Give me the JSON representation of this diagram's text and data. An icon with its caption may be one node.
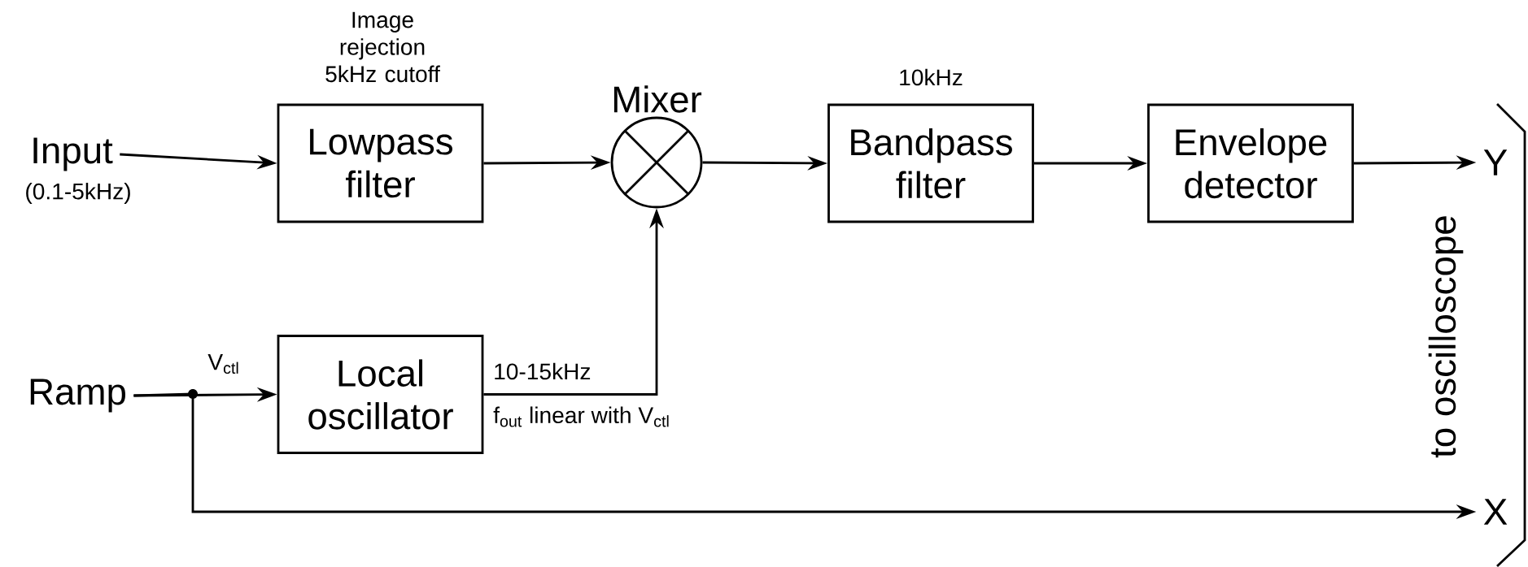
{
  "diagram": {
    "nodes": [
      {
        "text": [
          "Input"
        ],
        "beside": [
          "(0.1-5kHz)"
        ]
      },
      {
        "text": [
          "Lowpass filter"
        ],
        "beside": [
          "Image rejection 5kHz cutoff"
        ]
      },
      {
        "text": [
          "Mixer"
        ]
      },
      {
        "text": [
          "Bandpass filter"
        ],
        "beside": [
          "10kHz"
        ]
      },
      {
        "text": [
          "Envelope detector"
        ]
      },
      {
        "text": [
          "Y"
        ]
      },
      {
        "text": [
          "Ramp"
        ]
      },
      {
        "text": [
          "Local oscillator"
        ],
        "beside": [
          "10-15kHz",
          "f$_{out}$ linear with V$_{ctl}$"
        ]
      },
      {
        "text": [
          "X"
        ]
      }
    ],
    "edges": [
      {
        "from": 0,
        "to": 1,
        "arrow": "to"
      },
      {
        "from": 1,
        "to": 2,
        "arrow": "to"
      },
      {
        "from": 2,
        "to": 3,
        "arrow": "to"
      },
      {
        "from": 3,
        "to": 4,
        "arrow": "to"
      },
      {
        "from": 4,
        "to": 5,
        "arrow": "to"
      },
      {
        "from": 6,
        "to": 7,
        "arrow": "to",
        "label": "V$_{ctl}$"
      },
      {
        "from": 7,
        "to": 2,
        "arrow": "to"
      },
      {
        "from": 6,
        "to": 8,
        "arrow": "to"
      }
    ],
    "labels": [
      "to oscilloscope"
    ]
  }
}
